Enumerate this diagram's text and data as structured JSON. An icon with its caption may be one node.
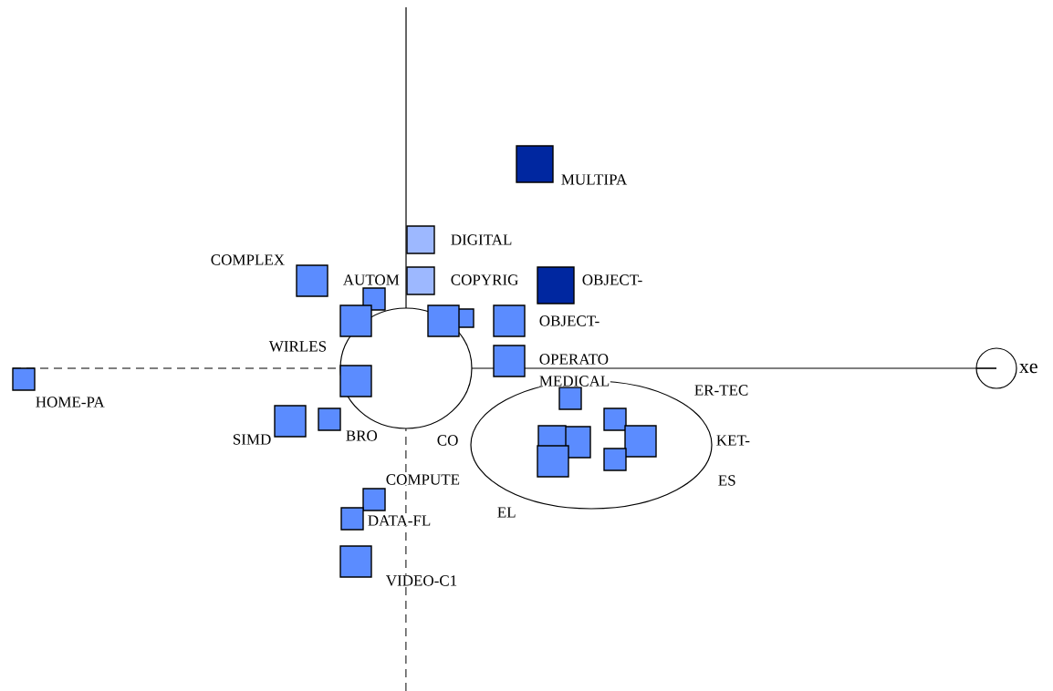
{
  "diagram": {
    "labels": [
      "MULTIPA",
      "DIGITAL",
      "COMPLEX",
      "AUTOM",
      "COPYRIG",
      "OBJECT-",
      "OBJECT-",
      "WIRLES",
      "OPERATO",
      "xe",
      "MEDICAL",
      "HOME-PA",
      "ER-TEC",
      "SIMD",
      "BRO",
      "CO",
      "KET-",
      "COMPUTE",
      "ES",
      "EL",
      "DATA-FL",
      "VIDEO-C1"
    ]
  }
}
